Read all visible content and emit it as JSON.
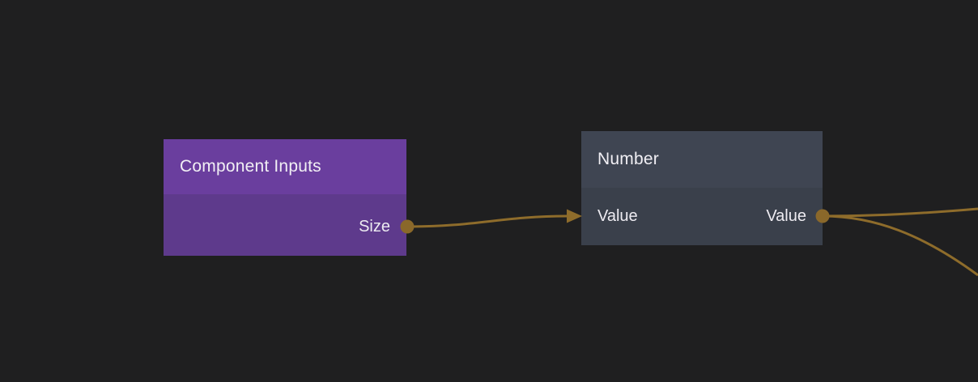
{
  "canvas": {
    "background_color": "#1f1f20",
    "type": "node-graph-editor"
  },
  "colors": {
    "wire": "#8e6c2b",
    "port": "#8a682a",
    "node_purple_header": "#6a3e9e",
    "node_purple_body": "#5e3a8c",
    "node_slate_header": "#3f4552",
    "node_slate_body": "#3a404b",
    "text": "#f1eff4"
  },
  "nodes": [
    {
      "id": "component-inputs",
      "title": "Component Inputs",
      "accent": "purple",
      "inputs": [],
      "outputs": [
        {
          "label": "Size",
          "connector": "circle"
        }
      ]
    },
    {
      "id": "number",
      "title": "Number",
      "accent": "slate",
      "inputs": [
        {
          "label": "Value",
          "connector": "arrow"
        }
      ],
      "outputs": [
        {
          "label": "Value",
          "connector": "circle"
        }
      ]
    }
  ],
  "edges": [
    {
      "from": "component-inputs.Size",
      "to": "number.Value"
    },
    {
      "from": "number.Value",
      "to": "offscreen-right-upper"
    },
    {
      "from": "number.Value",
      "to": "offscreen-right-lower"
    }
  ]
}
